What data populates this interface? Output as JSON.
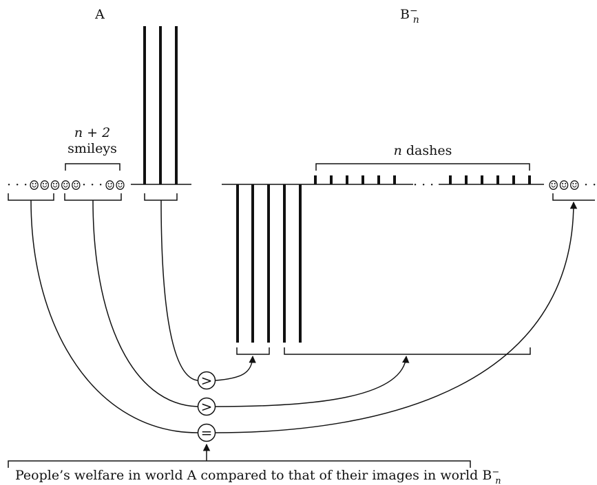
{
  "labels": {
    "world_a": "A",
    "world_b_base": "B",
    "world_b_sub": "n",
    "world_b_sup": "−",
    "smileys_line1": "n + 2",
    "smileys_line2": "smileys",
    "dashes_n": "n",
    "dashes_word": " dashes",
    "caption_main": "People’s welfare in world A compared to that of their images in world B",
    "caption_sub": "n",
    "caption_sup": "−"
  },
  "row_a": {
    "dots_left": "· · ·",
    "smileys_left": "☺☺☺☺☺",
    "dots_middle": "· · ·",
    "smileys_right": "☺☺"
  },
  "row_b": {
    "dots_between_dashes": "· · ·",
    "smileys_end": "☺☺☺",
    "dots_end": "· ·"
  },
  "comparisons": [
    {
      "symbol": ">"
    },
    {
      "symbol": ">"
    },
    {
      "symbol": "="
    }
  ],
  "icons": {
    "smiley": "smiley-icon",
    "dash": "dash-mark-icon",
    "arrow": "arrowhead-icon"
  },
  "colors": {
    "ink": "#111111",
    "background": "#ffffff"
  }
}
